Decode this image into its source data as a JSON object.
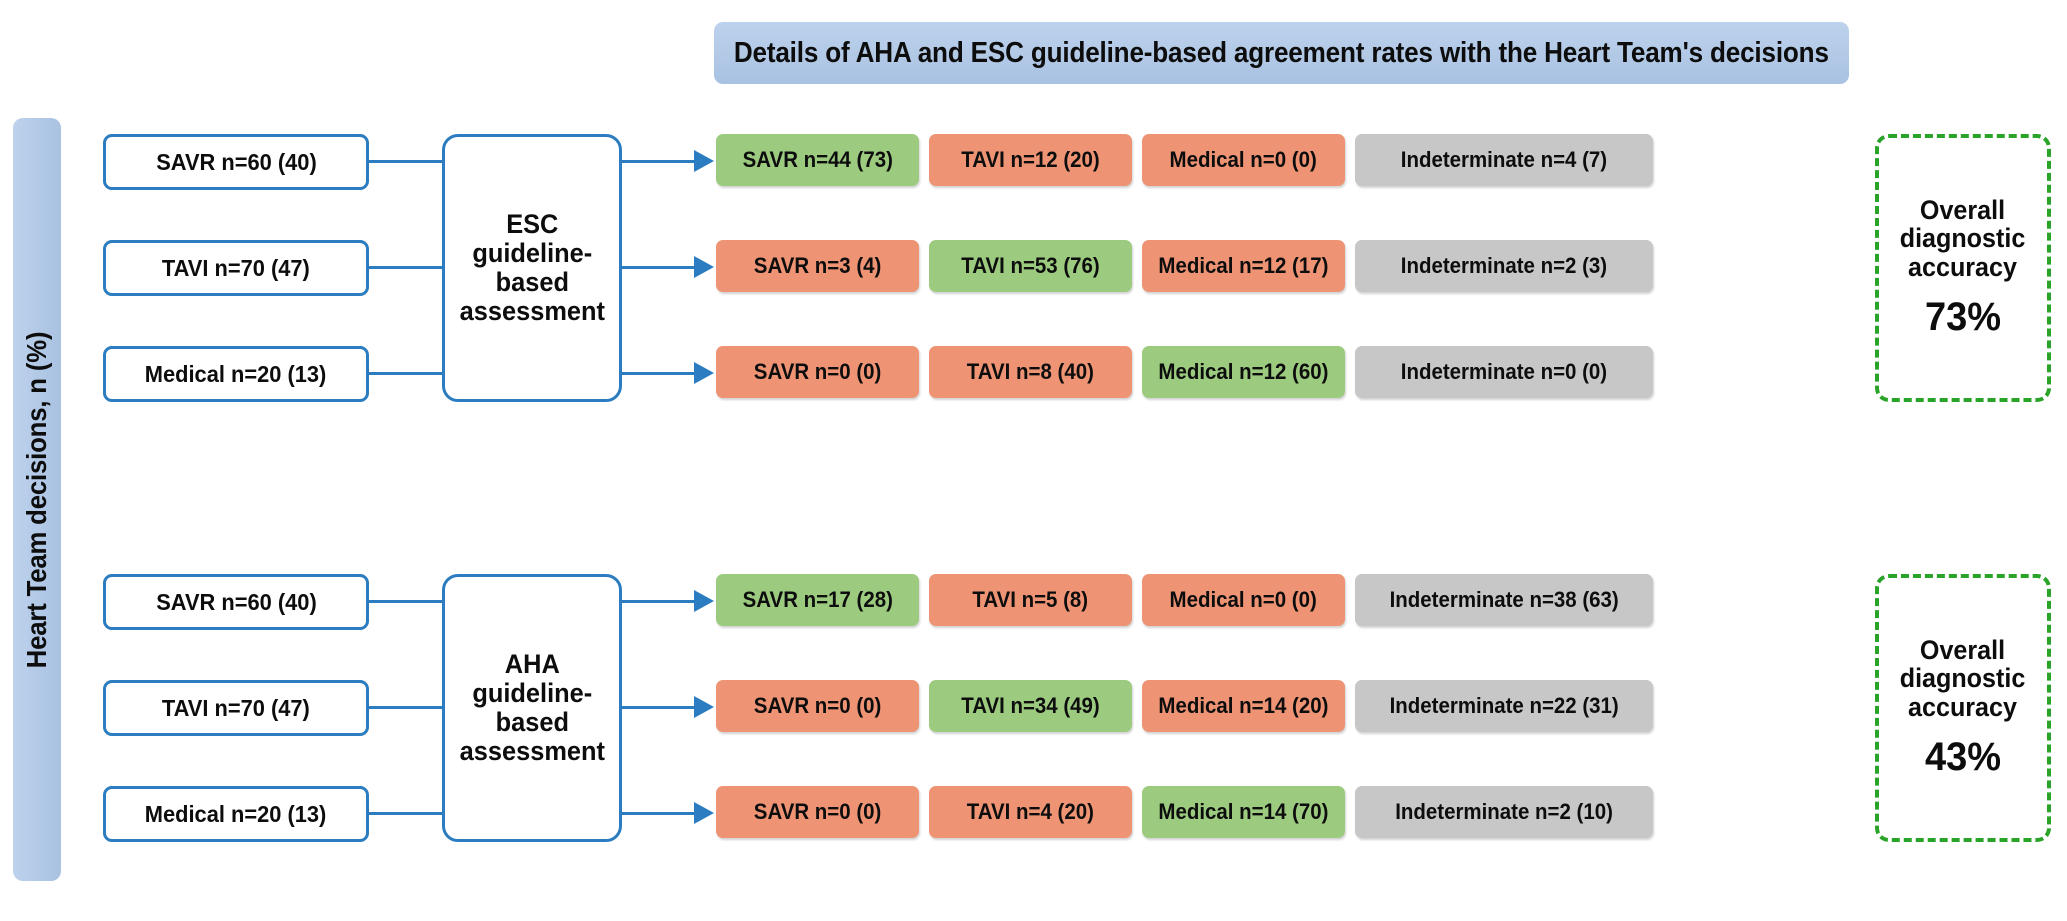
{
  "header": {
    "title": "Details of AHA and ESC guideline-based agreement rates with the Heart Team's decisions",
    "banner_color": "#aec7e8"
  },
  "axis": {
    "label": "Heart Team decisions, n (%)",
    "bar_color": "#aec7e8"
  },
  "colors": {
    "green": "#9ccb80",
    "orange": "#ee9475",
    "gray": "#c7c7c7",
    "blue_outline": "#2b7cc0",
    "dashed_green": "#2aa329"
  },
  "sections": [
    {
      "id": "esc",
      "assessment_label": "ESC\nguideline-\nbased\nassessment",
      "decisions": [
        {
          "label": "SAVR n=60 (40)"
        },
        {
          "label": "TAVI n=70 (47)"
        },
        {
          "label": "Medical n=20 (13)"
        }
      ],
      "rows": [
        [
          {
            "label": "SAVR n=44 (73)",
            "color": "green"
          },
          {
            "label": "TAVI n=12 (20)",
            "color": "orange"
          },
          {
            "label": "Medical n=0 (0)",
            "color": "orange"
          },
          {
            "label": "Indeterminate n=4 (7)",
            "color": "gray"
          }
        ],
        [
          {
            "label": "SAVR n=3 (4)",
            "color": "orange"
          },
          {
            "label": "TAVI n=53 (76)",
            "color": "green"
          },
          {
            "label": "Medical n=12 (17)",
            "color": "orange"
          },
          {
            "label": "Indeterminate n=2 (3)",
            "color": "gray"
          }
        ],
        [
          {
            "label": "SAVR n=0 (0)",
            "color": "orange"
          },
          {
            "label": "TAVI n=8 (40)",
            "color": "orange"
          },
          {
            "label": "Medical n=12 (60)",
            "color": "green"
          },
          {
            "label": "Indeterminate n=0 (0)",
            "color": "gray"
          }
        ]
      ],
      "accuracy": {
        "title": "Overall\ndiagnostic\naccuracy",
        "value": "73%"
      }
    },
    {
      "id": "aha",
      "assessment_label": "AHA\nguideline-\nbased\nassessment",
      "decisions": [
        {
          "label": "SAVR n=60 (40)"
        },
        {
          "label": "TAVI n=70 (47)"
        },
        {
          "label": "Medical n=20 (13)"
        }
      ],
      "rows": [
        [
          {
            "label": "SAVR n=17 (28)",
            "color": "green"
          },
          {
            "label": "TAVI n=5 (8)",
            "color": "orange"
          },
          {
            "label": "Medical n=0 (0)",
            "color": "orange"
          },
          {
            "label": "Indeterminate n=38 (63)",
            "color": "gray"
          }
        ],
        [
          {
            "label": "SAVR n=0 (0)",
            "color": "orange"
          },
          {
            "label": "TAVI n=34 (49)",
            "color": "green"
          },
          {
            "label": "Medical n=14 (20)",
            "color": "orange"
          },
          {
            "label": "Indeterminate n=22 (31)",
            "color": "gray"
          }
        ],
        [
          {
            "label": "SAVR n=0 (0)",
            "color": "orange"
          },
          {
            "label": "TAVI n=4 (20)",
            "color": "orange"
          },
          {
            "label": "Medical n=14 (70)",
            "color": "green"
          },
          {
            "label": "Indeterminate n=2 (10)",
            "color": "gray"
          }
        ]
      ],
      "accuracy": {
        "title": "Overall\ndiagnostic\naccuracy",
        "value": "43%"
      }
    }
  ]
}
